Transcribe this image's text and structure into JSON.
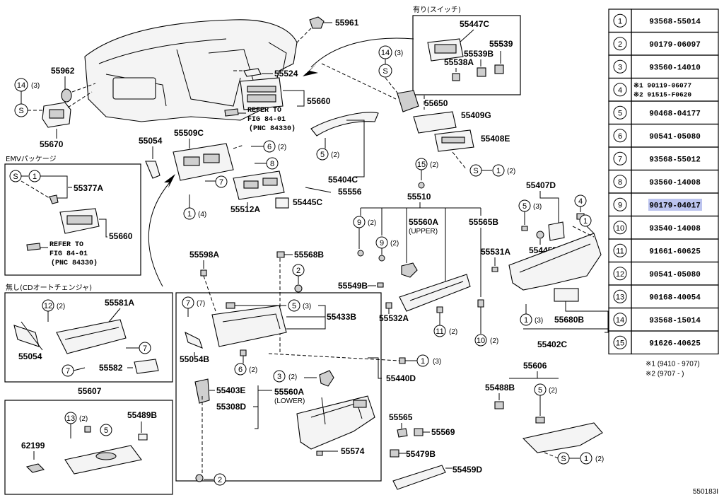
{
  "parts": {
    "p55961": "55961",
    "p55962": "55962",
    "p55670": "55670",
    "p55524": "55524",
    "p55660a": "55660",
    "p55660b": "55660",
    "p55054a": "55054",
    "p55054b": "55054",
    "p55054B": "55054B",
    "p55509C": "55509C",
    "p55404C": "55404C",
    "p55556": "55556",
    "p55512A": "55512A",
    "p55445C": "55445C",
    "p55447C": "55447C",
    "p55539": "55539",
    "p55539B": "55539B",
    "p55538A": "55538A",
    "p55650": "55650",
    "p55409G": "55409G",
    "p55408E": "55408E",
    "p55510": "55510",
    "p55560A_up": "55560A",
    "upper": "(UPPER)",
    "p55565B": "55565B",
    "p55407D": "55407D",
    "p55445B": "55445B",
    "p55531A": "55531A",
    "p55549B": "55549B",
    "p55532A": "55532A",
    "p55680B": "55680B",
    "p55402C": "55402C",
    "p55377A": "55377A",
    "p55598A": "55598A",
    "p55568B": "55568B",
    "p55433B": "55433B",
    "p55581A": "55581A",
    "p55582": "55582",
    "p55607": "55607",
    "p55489B": "55489B",
    "p62199": "62199",
    "p55440D": "55440D",
    "p55403E": "55403E",
    "p55560A_lo": "55560A",
    "lower": "(LOWER)",
    "p55308D": "55308D",
    "p55565": "55565",
    "p55569": "55569",
    "p55574": "55574",
    "p55479B": "55479B",
    "p55459D": "55459D",
    "p55606": "55606",
    "p55488B": "55488B"
  },
  "refer": {
    "a1": "REFER TO",
    "a2": "FIG 84-01",
    "a3": "(PNC 84330)",
    "b1": "REFER TO",
    "b2": "FIG 84-01",
    "b3": "(PNC 84330)"
  },
  "sections": {
    "switch": "有り(スイッチ)",
    "emv": "EMVパッケージ",
    "nocd": "無し(CDオートチェンジャ)"
  },
  "callouts": {
    "c14a": "14",
    "c14a_qty": "(3)",
    "s": "S",
    "c14b": "14",
    "c14b_qty": "(3)",
    "c6": "6",
    "q2": "(2)",
    "c8": "8",
    "c7": "7",
    "c1": "1",
    "q4": "(4)",
    "c5": "5",
    "c15": "15",
    "c9": "9",
    "c3": "3",
    "q3": "(3)",
    "c2": "2",
    "c12": "12",
    "c13": "13",
    "c11": "11",
    "c10": "10",
    "c4": "4",
    "q7": "(7)"
  },
  "table": {
    "rows": [
      {
        "no": "1",
        "part": "93568-55014"
      },
      {
        "no": "2",
        "part": "90179-06097"
      },
      {
        "no": "3",
        "part": "93560-14010"
      },
      {
        "no": "4",
        "part_a_mark": "※1",
        "part_a": "90119-06077",
        "part_b_mark": "※2",
        "part_b": "91515-F0620"
      },
      {
        "no": "5",
        "part": "90468-04177"
      },
      {
        "no": "6",
        "part": "90541-05080"
      },
      {
        "no": "7",
        "part": "93568-55012"
      },
      {
        "no": "8",
        "part": "93560-14008"
      },
      {
        "no": "9",
        "part": "90179-04017",
        "highlight": true
      },
      {
        "no": "10",
        "part": "93540-14008"
      },
      {
        "no": "11",
        "part": "91661-60625"
      },
      {
        "no": "12",
        "part": "90541-05080"
      },
      {
        "no": "13",
        "part": "90168-40054"
      },
      {
        "no": "14",
        "part": "93568-15014"
      },
      {
        "no": "15",
        "part": "91626-40625"
      }
    ],
    "note1": "※1 (9410 - 9707)",
    "note2": "※2 (9707 -       )",
    "highlight_color": "#bcc4ef"
  },
  "figure_id": "550183I"
}
